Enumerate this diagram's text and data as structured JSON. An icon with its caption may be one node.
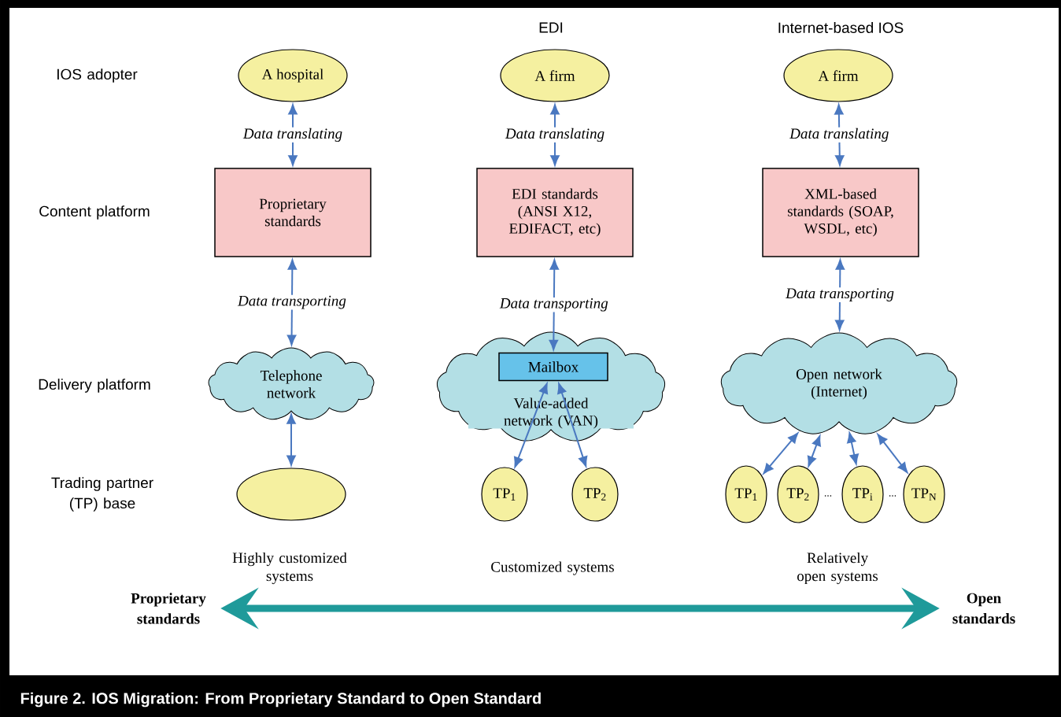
{
  "diagram": {
    "caption": "Figure 2.  IOS Migration:  From Proprietary Standard to Open Standard",
    "nodes": [
      {
        "text": [
          "A hospital"
        ]
      },
      {
        "text": [
          "Proprietary standards"
        ]
      },
      {
        "text": [
          "Telephone network"
        ]
      },
      {
        "text": [],
        "shape": "circle"
      },
      {
        "text": [
          "A firm"
        ]
      },
      {
        "text": [
          "EDI standards (ANSI X12, EDIFACT, etc)"
        ]
      },
      {
        "text": [
          "Value-added network (VAN)"
        ]
      },
      {
        "text": [
          "Mailbox"
        ],
        "in": 6
      },
      {
        "text": [
          "TP$_{1}$"
        ]
      },
      {
        "text": [
          "TP$_{2}$"
        ]
      },
      {
        "text": [
          "A firm"
        ]
      },
      {
        "text": [
          "XML-based standards (SOAP, WSDL, etc)"
        ]
      },
      {
        "text": [
          "Open network (Internet)"
        ]
      },
      {
        "text": [
          "TP$_{1}$"
        ]
      },
      {
        "text": [
          "TP$_{2}$"
        ]
      },
      {
        "text": [
          "TP$_{i}$"
        ]
      },
      {
        "text": [
          "TP$_{N}$"
        ]
      },
      {
        "text": [
          "Proprietary standards"
        ]
      },
      {
        "text": [
          "Open standards"
        ]
      }
    ],
    "edges": [
      {
        "from": 0,
        "to": 1,
        "arrow": "both",
        "label": "Data translating"
      },
      {
        "from": 1,
        "to": 2,
        "arrow": "both",
        "label": "Data transporting"
      },
      {
        "from": 2,
        "to": 3,
        "arrow": "both"
      },
      {
        "from": 4,
        "to": 5,
        "arrow": "both",
        "label": "Data translating"
      },
      {
        "from": 5,
        "to": 7,
        "arrow": "both",
        "label": "Data transporting"
      },
      {
        "from": 7,
        "to": 8,
        "arrow": "both"
      },
      {
        "from": 7,
        "to": 9,
        "arrow": "both"
      },
      {
        "from": 10,
        "to": 11,
        "arrow": "both",
        "label": "Data translating"
      },
      {
        "from": 11,
        "to": 12,
        "arrow": "both",
        "label": "Data transporting"
      },
      {
        "from": 12,
        "to": 13,
        "arrow": "both"
      },
      {
        "from": 12,
        "to": 14,
        "arrow": "both"
      },
      {
        "from": 12,
        "to": 15,
        "arrow": "both"
      },
      {
        "from": 12,
        "to": 16,
        "arrow": "both"
      },
      {
        "from": 17,
        "to": 18,
        "arrow": "both",
        "style": "thick",
        "color": "#1f9a9a"
      }
    ],
    "labels": [
      "EDI",
      "Internet-based IOS",
      "IOS adopter",
      "Content platform",
      "Delivery platform",
      "Trading partner (TP) base",
      "…",
      "…",
      "Highly customized systems",
      "Customized systems",
      "Relatively open systems"
    ]
  }
}
